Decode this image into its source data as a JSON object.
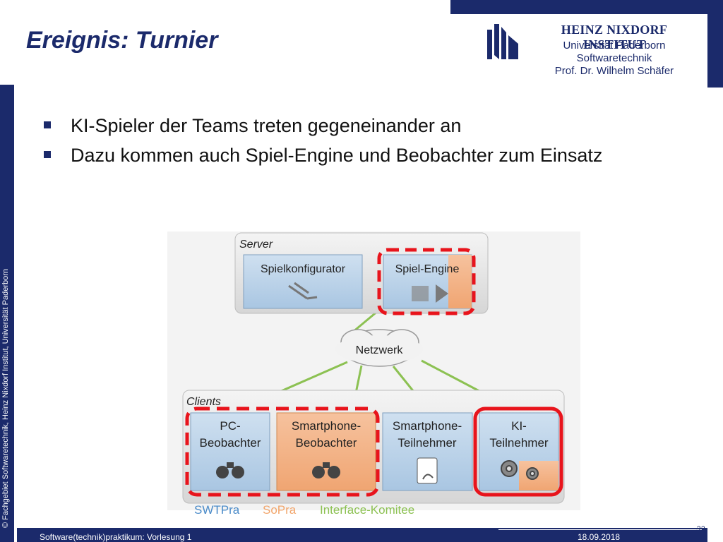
{
  "slide": {
    "title": "Ereignis: Turnier",
    "bullets": [
      "KI-Spieler der Teams treten gegeneinander an",
      "Dazu kommen auch Spiel-Engine und Beobachter zum Einsatz"
    ],
    "side_text": "© Fachgebiet Softwaretechnik, Heinz Nixdorf Institut, Universität Paderborn"
  },
  "institute": {
    "name": "HEINZ NIXDORF INSTITUT",
    "lines": [
      "Universität Paderborn",
      "Softwaretechnik",
      "Prof. Dr. Wilhelm Schäfer"
    ]
  },
  "diagram": {
    "server_label": "Server",
    "clients_label": "Clients",
    "network_label": "Netzwerk",
    "server_boxes": [
      "Spielkonfigurator",
      "Spiel-Engine"
    ],
    "client_boxes": [
      {
        "line1": "PC-",
        "line2": "Beobachter"
      },
      {
        "line1": "Smartphone-",
        "line2": "Beobachter"
      },
      {
        "line1": "Smartphone-",
        "line2": "Teilnehmer"
      },
      {
        "line1": "KI-",
        "line2": "Teilnehmer"
      }
    ],
    "legend": [
      "SWTPra",
      "SoPra",
      "Interface-Komitee"
    ],
    "colors": {
      "swtpra": "#4a8bc9",
      "sopra": "#f2a66c",
      "interface": "#8cc152",
      "highlight": "#e8141c"
    }
  },
  "footer": {
    "course": "Software(technik)praktikum: Vorlesung 1",
    "date": "18.09.2018",
    "page": "32"
  }
}
